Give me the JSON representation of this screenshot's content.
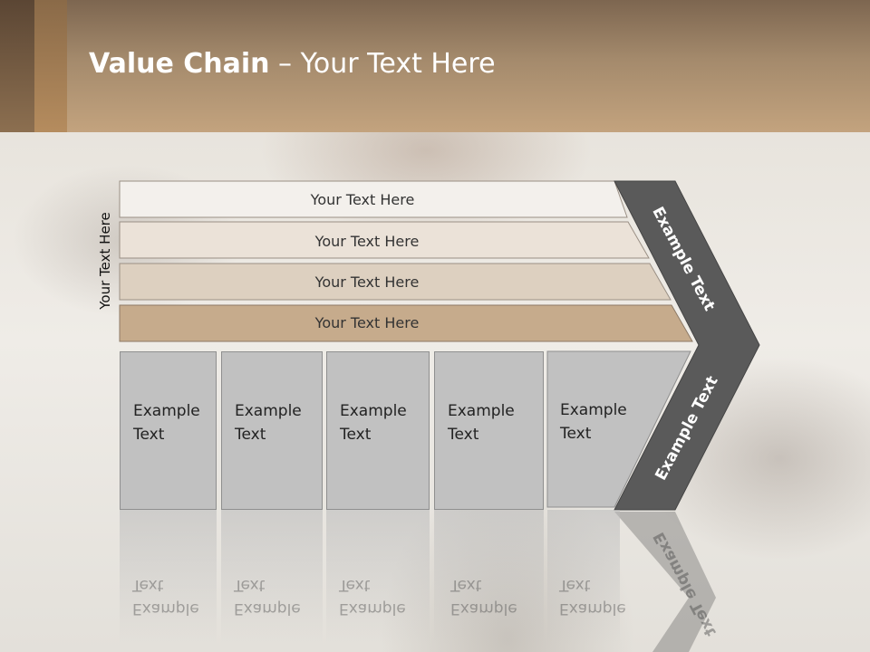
{
  "slide": {
    "title_bold": "Value Chain",
    "title_rest": " – Your Text Here",
    "side_label": "Your Text Here",
    "bands": [
      {
        "label": "Your Text Here",
        "fill": "#f3f0ec"
      },
      {
        "label": "Your Text Here",
        "fill": "#ebe2d8"
      },
      {
        "label": "Your Text Here",
        "fill": "#ddd0c0"
      },
      {
        "label": "Your Text Here",
        "fill": "#c6ab8c"
      }
    ],
    "columns": [
      {
        "line1": "Example",
        "line2": "Text"
      },
      {
        "line1": "Example",
        "line2": "Text"
      },
      {
        "line1": "Example",
        "line2": "Text"
      },
      {
        "line1": "Example",
        "line2": "Text"
      },
      {
        "line1": "Example",
        "line2": "Text"
      }
    ],
    "chevron_top": "Example Text",
    "chevron_bottom": "Example Text",
    "colors": {
      "chevron": "#5a5a5a",
      "column": "#c1c1c1",
      "header": "#a48a6c"
    }
  }
}
